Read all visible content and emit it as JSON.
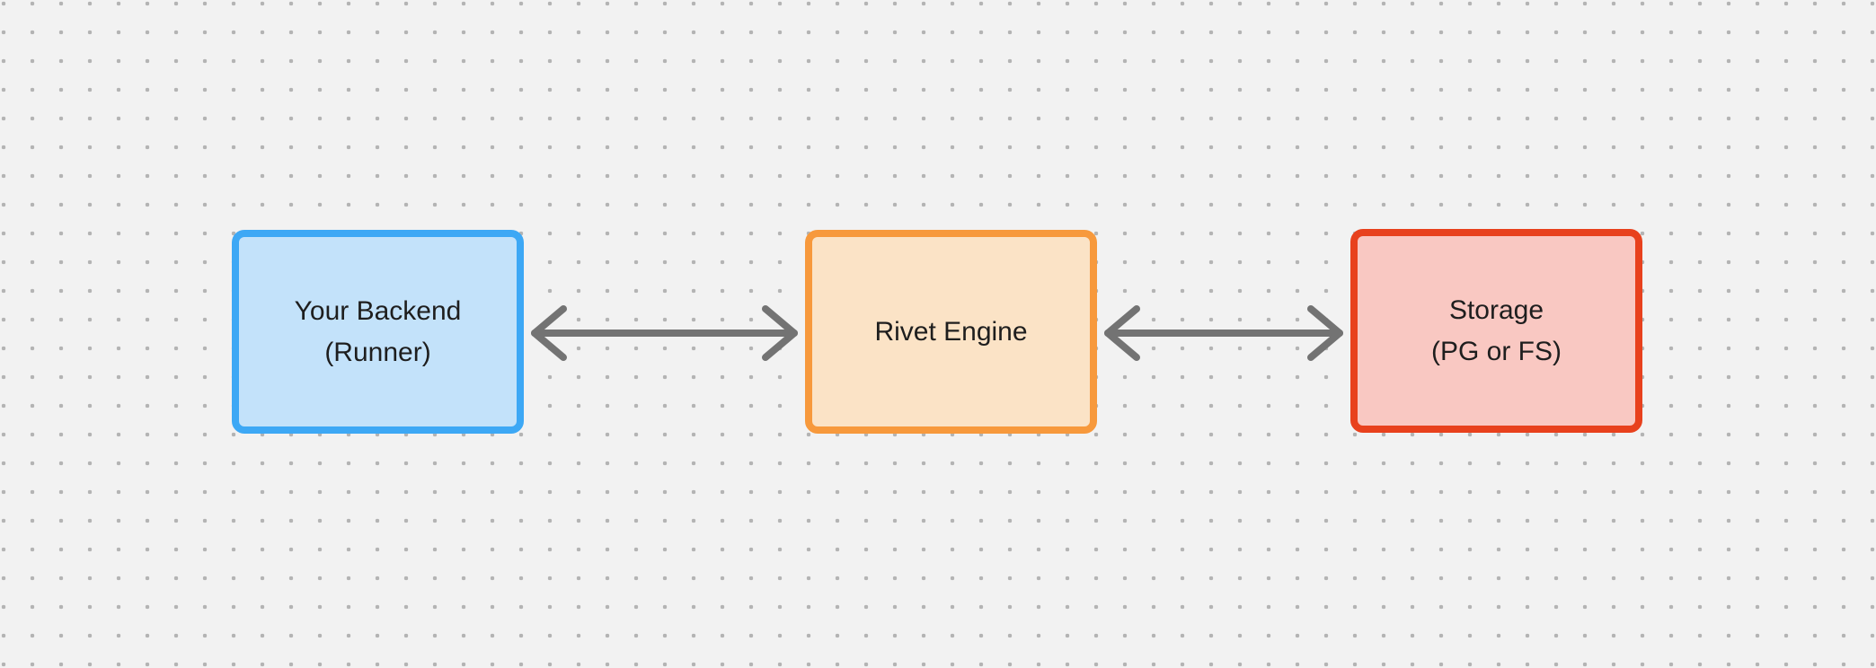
{
  "canvas": {
    "background_color": "#f2f2f2",
    "dot_grid_color": "#b4b4b4",
    "text_color": "#1e1e1e"
  },
  "diagram": {
    "nodes": [
      {
        "id": "your-backend",
        "lines": [
          "Your Backend",
          "(Runner)"
        ],
        "border_color": "#3da8f5",
        "fill_color": "#c3e2fa"
      },
      {
        "id": "rivet-engine",
        "lines": [
          "Rivet Engine"
        ],
        "border_color": "#f7993c",
        "fill_color": "#fbe3c6"
      },
      {
        "id": "storage",
        "lines": [
          "Storage",
          "(PG or FS)"
        ],
        "border_color": "#e8411d",
        "fill_color": "#f9c8c2"
      }
    ],
    "edges": [
      {
        "from": "your-backend",
        "to": "rivet-engine",
        "style": "bidirectional-arrow",
        "color": "#737373"
      },
      {
        "from": "rivet-engine",
        "to": "storage",
        "style": "bidirectional-arrow",
        "color": "#737373"
      }
    ]
  }
}
